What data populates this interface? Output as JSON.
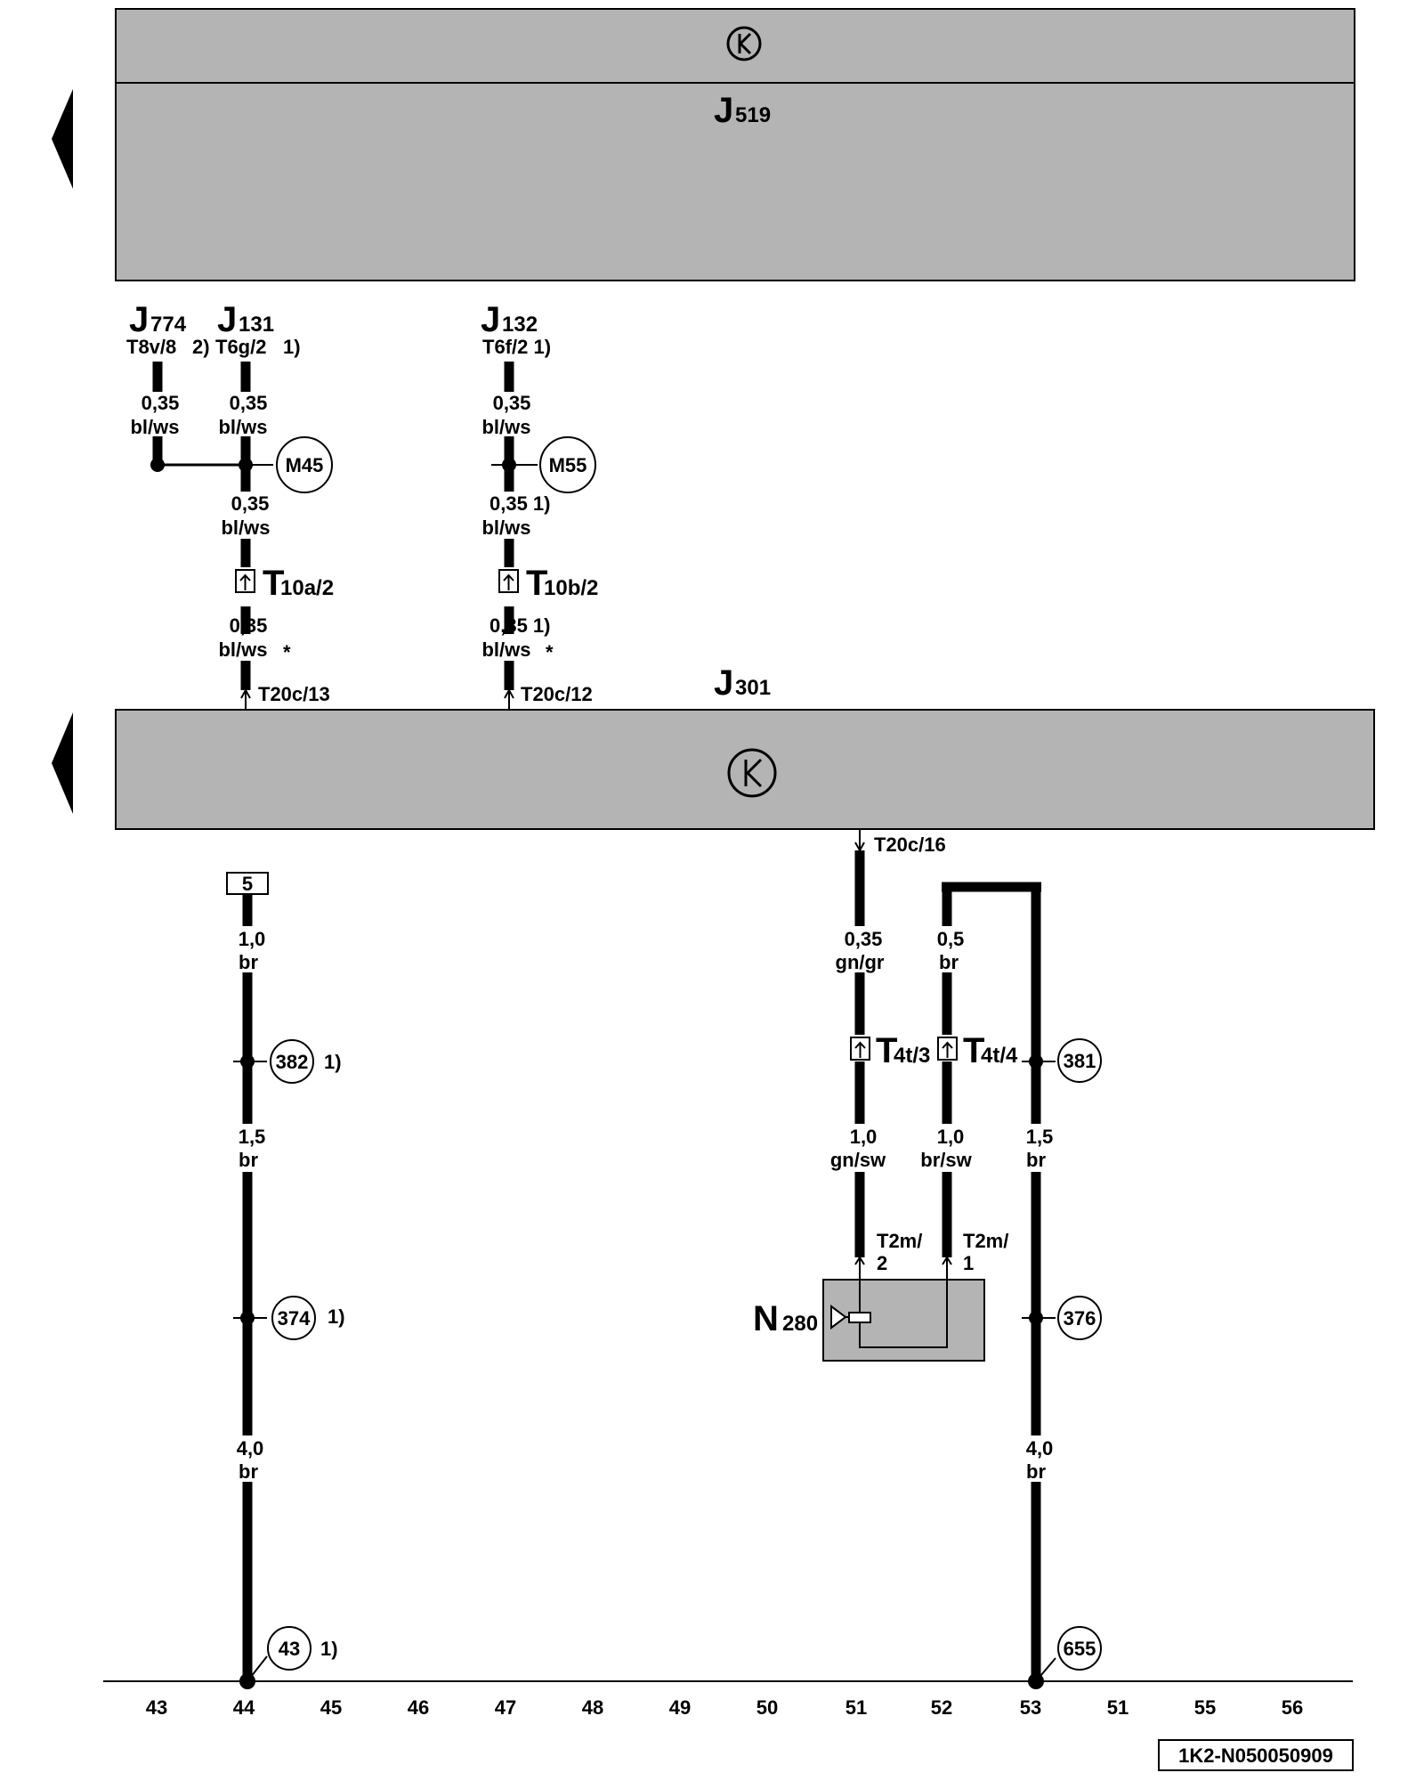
{
  "components": {
    "j519": {
      "letter": "J",
      "sub": "519"
    },
    "j301": {
      "letter": "J",
      "sub": "301"
    },
    "j774": {
      "letter": "J",
      "sub": "774",
      "pin": "T8v/8",
      "note": "2)"
    },
    "j131": {
      "letter": "J",
      "sub": "131",
      "pin": "T6g/2",
      "note": "1)"
    },
    "j132": {
      "letter": "J",
      "sub": "132",
      "pin": "T6f/2 1)"
    },
    "n280": {
      "letter": "N",
      "sub": "280"
    }
  },
  "connectors": {
    "t10a": {
      "letter": "T",
      "sub": "10a/2"
    },
    "t10b": {
      "letter": "T",
      "sub": "10b/2"
    },
    "t4t3": {
      "letter": "T",
      "sub": "4t/3"
    },
    "t4t4": {
      "letter": "T",
      "sub": "4t/4"
    },
    "t20c13": "T20c/13",
    "t20c12": "T20c/12",
    "t20c16": "T20c/16",
    "t2m2": {
      "line1": "T2m/",
      "line2": "2"
    },
    "t2m1": {
      "line1": "T2m/",
      "line2": "1"
    }
  },
  "wires": {
    "w_j774": {
      "size": "0,35",
      "color": "bl/ws"
    },
    "w_j131a": {
      "size": "0,35",
      "color": "bl/ws"
    },
    "w_j131b": {
      "size": "0,35",
      "color": "bl/ws"
    },
    "w_j131c": {
      "size": "0,35",
      "color": "bl/ws",
      "star": "*"
    },
    "w_j132a": {
      "size": "0,35",
      "color": "bl/ws"
    },
    "w_j132b": {
      "size": "0,35 1)",
      "color": "bl/ws"
    },
    "w_j132c": {
      "size": "0,35 1)",
      "color": "bl/ws",
      "star": "*"
    },
    "w_l1": {
      "size": "1,0",
      "color": "br"
    },
    "w_l2": {
      "size": "1,5",
      "color": "br"
    },
    "w_l3": {
      "size": "4,0",
      "color": "br"
    },
    "w_g1": {
      "size": "0,35",
      "color": "gn/gr"
    },
    "w_g2": {
      "size": "1,0",
      "color": "gn/sw"
    },
    "w_b1": {
      "size": "0,5",
      "color": "br"
    },
    "w_b2": {
      "size": "1,0",
      "color": "br/sw"
    },
    "w_r1": {
      "size": "1,5",
      "color": "br"
    },
    "w_r2": {
      "size": "4,0",
      "color": "br"
    }
  },
  "ground_points": {
    "m45": "M45",
    "m55": "M55",
    "p382": "382",
    "p374": "374",
    "p43": "43",
    "p381": "381",
    "p376": "376",
    "p655": "655"
  },
  "notes": {
    "p382": "1)",
    "p374": "1)",
    "p43": "1)"
  },
  "fuse_box": "5",
  "current_track": [
    "43",
    "44",
    "45",
    "46",
    "47",
    "48",
    "49",
    "50",
    "51",
    "52",
    "53",
    "51",
    "55",
    "56"
  ],
  "footer_id": "1K2-N050050909",
  "colors": {
    "module_fill": "#b4b4b4",
    "wire": "#000000"
  }
}
